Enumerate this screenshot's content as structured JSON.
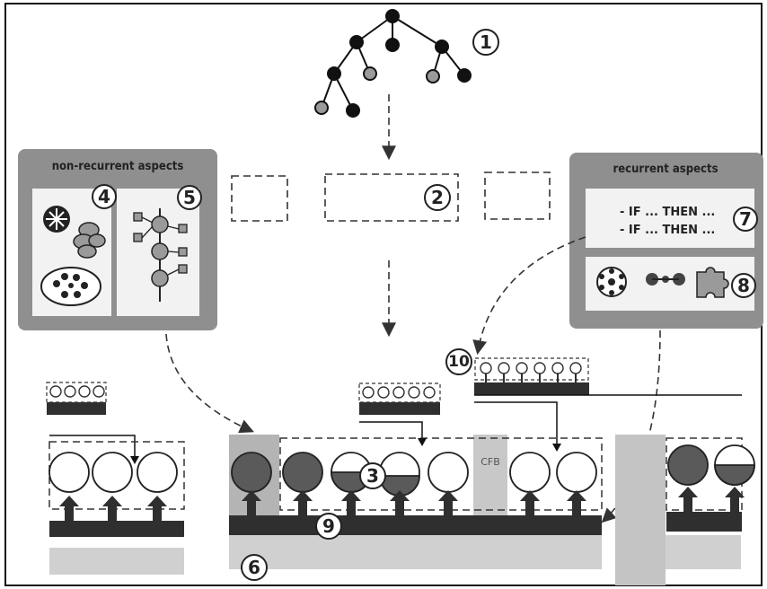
{
  "labels": {
    "n1": "1",
    "n2": "2",
    "n3": "3",
    "n4": "4",
    "n5": "5",
    "n6": "6",
    "n7": "7",
    "n8": "8",
    "n9": "9",
    "n10": "10"
  },
  "non_recurrent": {
    "title": "non-recurrent aspects"
  },
  "recurrent": {
    "title": "recurrent aspects",
    "rule1": "- IF ... THEN ...",
    "rule2": "- IF ... THEN ..."
  },
  "cfb_label": "CFB",
  "colors": {
    "panel": "#8f8f8f",
    "panel_inner": "#f2f2f2",
    "dark_node": "#111111",
    "grey_node": "#9a9a9a",
    "conveyor": "#2f2f2f",
    "pale_strip": "#d0d0d0",
    "task_fill": "#5a5a5a"
  }
}
